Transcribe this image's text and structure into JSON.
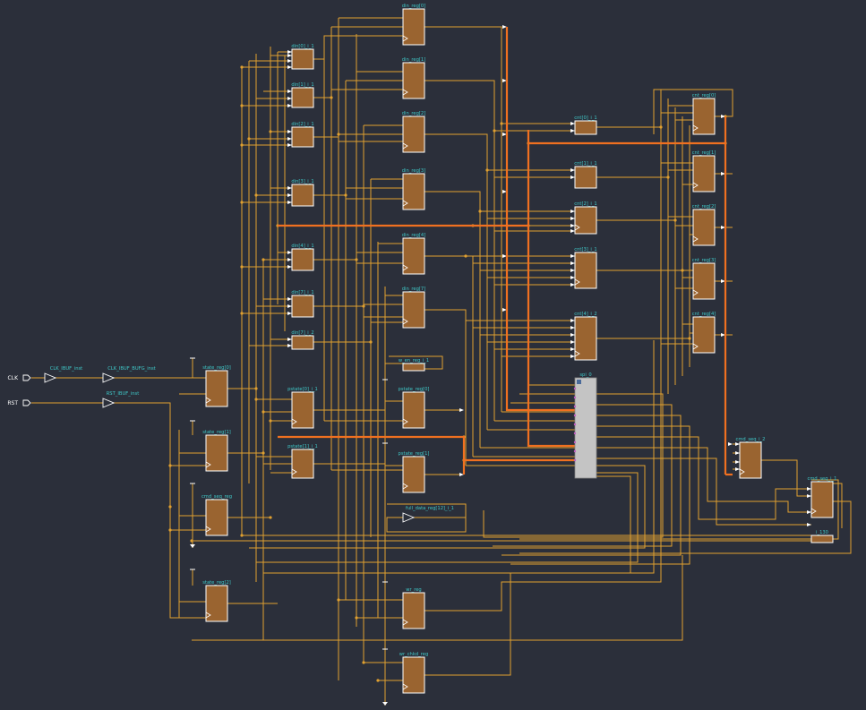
{
  "colors": {
    "background": "#2b2f3a",
    "wire": "#e0a030",
    "bus": "#f07020",
    "cell_fill": "#9a6430",
    "cell_stroke": "#ffffff",
    "label": "#3fc8c8",
    "port_label": "#ffffff",
    "ip_fill": "#c4c4c4"
  },
  "ports": [
    {
      "id": "clk",
      "label": "CLK"
    },
    {
      "id": "rst",
      "label": "RST"
    }
  ],
  "buffers": [
    {
      "id": "clk-ibuf",
      "label": "CLK_IBUF_inst"
    },
    {
      "id": "clk-bufg",
      "label": "CLK_IBUF_BUFG_inst"
    },
    {
      "id": "rst-ibuf",
      "label": "RST_IBUF_inst"
    },
    {
      "id": "full-data-buf",
      "label": "full_data_reg[12]_i_1"
    }
  ],
  "cells": [
    {
      "id": "din-reg-0",
      "label": "din_reg[0]"
    },
    {
      "id": "din-reg-1",
      "label": "din_reg[1]"
    },
    {
      "id": "din-reg-2",
      "label": "din_reg[2]"
    },
    {
      "id": "din-reg-3",
      "label": "din_reg[3]"
    },
    {
      "id": "din-reg-4",
      "label": "din_reg[4]"
    },
    {
      "id": "din-reg-7",
      "label": "din_reg[7]"
    },
    {
      "id": "din-0-i-1",
      "label": "din[0]_i_1"
    },
    {
      "id": "din-1-i-1",
      "label": "din[1]_i_1"
    },
    {
      "id": "din-2-i-1",
      "label": "din[2]_i_1"
    },
    {
      "id": "din-3-i-1",
      "label": "din[3]_i_1"
    },
    {
      "id": "din-4-i-1",
      "label": "din[4]_i_1"
    },
    {
      "id": "din-7-i-1",
      "label": "din[7]_i_1"
    },
    {
      "id": "din-7-i-2",
      "label": "din[7]_i_2"
    },
    {
      "id": "state-reg-0",
      "label": "state_reg[0]"
    },
    {
      "id": "state-reg-1",
      "label": "state_reg[1]"
    },
    {
      "id": "cmd-seq-reg",
      "label": "cmd_seq_reg"
    },
    {
      "id": "state-reg-2",
      "label": "state_reg[2]"
    },
    {
      "id": "pstate-0-i-1",
      "label": "pstate[0]_i_1"
    },
    {
      "id": "pstate-1-i-1",
      "label": "pstate[1]_i_1"
    },
    {
      "id": "pstate-reg-0",
      "label": "pstate_reg[0]"
    },
    {
      "id": "pstate-reg-1",
      "label": "pstate_reg[1]"
    },
    {
      "id": "w-en-reg-i-1",
      "label": "w_en_reg_i_1"
    },
    {
      "id": "wr-reg",
      "label": "wr_reg"
    },
    {
      "id": "wr-chkd-reg",
      "label": "wr_chkd_reg"
    },
    {
      "id": "cnt-0-i-1",
      "label": "cnt[0]_i_1"
    },
    {
      "id": "cnt-1-i-1",
      "label": "cnt[1]_i_1"
    },
    {
      "id": "cnt-2-i-1",
      "label": "cnt[2]_i_1"
    },
    {
      "id": "cnt-3-i-1",
      "label": "cnt[3]_i_1"
    },
    {
      "id": "cnt-4-i-2",
      "label": "cnt[4]_i_2"
    },
    {
      "id": "cnt-reg-0",
      "label": "cnt_reg[0]"
    },
    {
      "id": "cnt-reg-1",
      "label": "cnt_reg[1]"
    },
    {
      "id": "cnt-reg-2",
      "label": "cnt_reg[2]"
    },
    {
      "id": "cnt-reg-3",
      "label": "cnt_reg[3]"
    },
    {
      "id": "cnt-reg-4",
      "label": "cnt_reg[4]"
    },
    {
      "id": "cmd-seq-i-2",
      "label": "cmd_seq_i_2"
    },
    {
      "id": "cmd-seq-i-1",
      "label": "cmd_seq_i_1"
    },
    {
      "id": "i-130",
      "label": "i_130"
    },
    {
      "id": "spi-0",
      "label": "spi_0"
    }
  ]
}
